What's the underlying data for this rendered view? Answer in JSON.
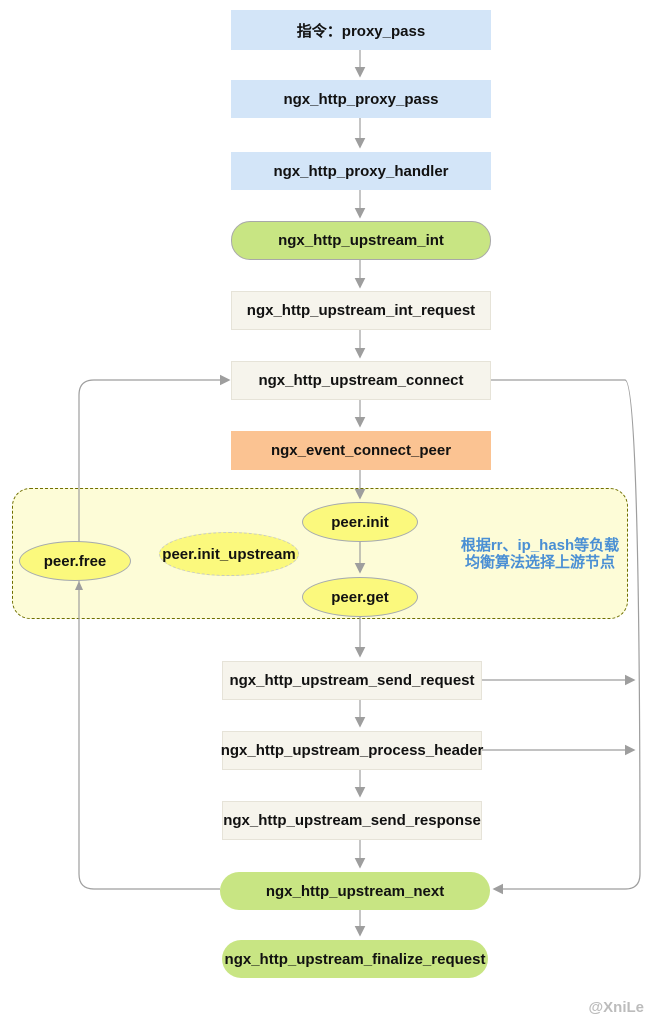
{
  "nodes": {
    "directive": {
      "label": "指令：proxy_pass"
    },
    "proxy_pass": {
      "label": "ngx_http_proxy_pass"
    },
    "proxy_handler": {
      "label": "ngx_http_proxy_handler"
    },
    "upstream_int": {
      "label": "ngx_http_upstream_int"
    },
    "upstream_int_request": {
      "label": "ngx_http_upstream_int_request"
    },
    "upstream_connect": {
      "label": "ngx_http_upstream_connect"
    },
    "event_connect_peer": {
      "label": "ngx_event_connect_peer"
    },
    "peer_init": {
      "label": "peer.init"
    },
    "peer_init_upstream": {
      "label": "peer.init_upstream"
    },
    "peer_free": {
      "label": "peer.free"
    },
    "peer_get": {
      "label": "peer.get"
    },
    "upstream_send_request": {
      "label": "ngx_http_upstream_send_request"
    },
    "upstream_process_header": {
      "label": "ngx_http_upstream_process_header"
    },
    "upstream_send_response": {
      "label": "ngx_http_upstream_send_response"
    },
    "upstream_next": {
      "label": "ngx_http_upstream_next"
    },
    "upstream_finalize_request": {
      "label": "ngx_http_upstream_finalize_request"
    }
  },
  "note": {
    "line1": "根据rr、ip_hash等负载",
    "line2": "均衡算法选择上游节点"
  },
  "watermark": "@XniLe",
  "colors": {
    "blue_box": "#d3e5f8",
    "green_node": "#c8e583",
    "orange_box": "#fbc392",
    "plain_box": "#f6f4ec",
    "group_fill": "#fdfcd7",
    "group_border": "#6f6f00",
    "ellipse_fill": "#fbf97d",
    "note_text": "#4a8fd4",
    "connector": "#9e9e9e"
  }
}
